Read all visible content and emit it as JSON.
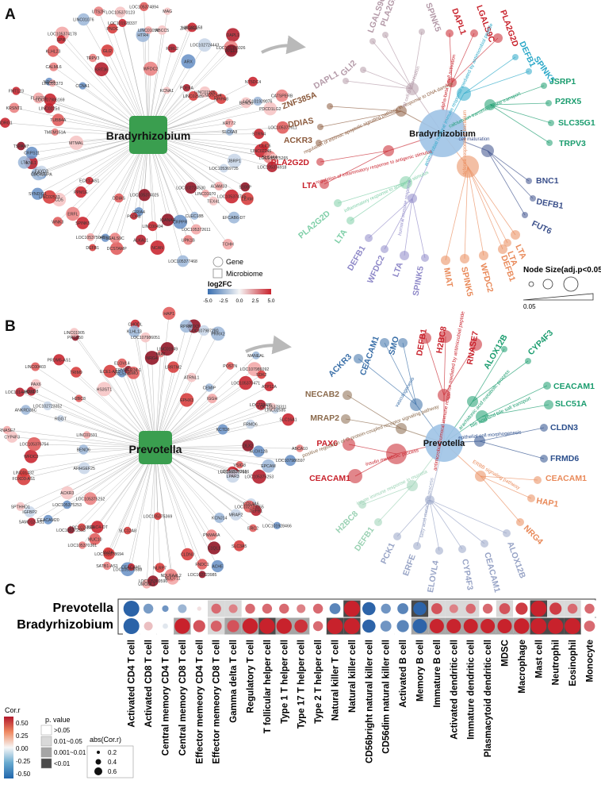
{
  "panels": {
    "a": {
      "letter": "A"
    },
    "b": {
      "letter": "B"
    },
    "c": {
      "letter": "C"
    }
  },
  "network_a": {
    "hub": "Bradyrhizobium",
    "labels": [
      "CLIC6",
      "LINC02245",
      "SLC4A4",
      "LOC105375265",
      "LOC105374918",
      "JBRP1",
      "LOC105369735",
      "S100P",
      "ADAM33",
      "LEXM",
      "LOC105374745",
      "TEX41",
      "EFCAB6-DT",
      "LINC01970",
      "LOC102724530",
      "TCHH",
      "LOC105372611",
      "CLEC18B",
      "CRPPR",
      "LOC105377468",
      "UPK1B",
      "IQANAR",
      "LINC00494",
      "NCAN",
      "ALKAL1",
      "GRIA4",
      "LOC105374025",
      "DCSTAMP",
      "PCDH8",
      "HTR2",
      "LGALS9C",
      "DDIAS",
      "DEFB1",
      "LOC105375046",
      "SPINK5",
      "ERFL",
      "WNK3",
      "ECE1-AS1",
      "PPM1E",
      "CD5",
      "LINC02533",
      "SYNDIG1",
      "CDC42BPA",
      "TARS1",
      "KNL1",
      "FXYD3",
      "LTA",
      "CRPS11",
      "MTMAL",
      "TSPAN7",
      "TMEM151A",
      "NDRG1",
      "TUBB4A",
      "LINC02254",
      "KRSNT1",
      "FMT123",
      "FLJ3778",
      "LOC107986169",
      "NRG4",
      "LINC02373",
      "CCNA1",
      "CALML6",
      "KLHL23",
      "LOC105374178",
      "SPIB",
      "KRT36",
      "TRPV3",
      "LINC01076",
      "GLI2",
      "UTS2R",
      "PNOC",
      "LOC105370123",
      "LOC101928337",
      "HTR4",
      "LINC01056",
      "LOC105374894",
      "WFDC2",
      "MAG",
      "ABCC5",
      "F2RL2",
      "ZNF385A",
      "KCNA1",
      "LINC02058",
      "LOC102724443",
      "ARX",
      "DAPL1",
      "PDE6A",
      "LOC105305026",
      "PPEF1",
      "LINC02589",
      "LINC01526",
      "NT5DC4",
      "NOTCH4",
      "NPIPA8",
      "BEND6",
      "CATSPERB",
      "LOC101929076",
      "PDCD1LG2",
      "KRT72",
      "LOC105372611",
      "SLC6A8",
      "STRN4"
    ],
    "legend": {
      "gene": "Gene",
      "microbiome": "Microbiome",
      "title": "log2FC",
      "ticks": [
        "-5.0",
        "-2.5",
        "0.0",
        "2.5",
        "5.0"
      ]
    }
  },
  "enrich_a": {
    "hub": "Bradyrhizobium",
    "terms": [
      "regulation of intrinsic apoptotic signaling pathway in response to DNA damage",
      "regulation of inflammatory response to antigenic stimulus",
      "inflammatory response to antigenic stimulus",
      "humoral immune response",
      "cell maturation",
      "calcium ion transmembrane transport",
      "antimicrobial humoral immune response mediated by antimicrobial peptide",
      "alpha-beta T cell activation",
      "fat cell differentiation",
      "defense response to bacterium"
    ],
    "genes": [
      "LGALS9C",
      "PLA2G2D",
      "SPINK5",
      "DAPL1",
      "LGALS9C",
      "PLA2G2D",
      "GLI2",
      "DAPL1",
      "DEFB1",
      "SPINK5",
      "ZNF385A",
      "JSRP1",
      "P2RX5",
      "DDIAS",
      "SLC35G1",
      "ACKR3",
      "TRPV3",
      "PLA2G2D",
      "LTA",
      "BNC1",
      "DEFB1",
      "FUT6",
      "PLA2G2D",
      "LTA",
      "DEFB1",
      "WFDC2",
      "LTA",
      "SPINK5",
      "LTA",
      "DEFB1",
      "WFDC2",
      "SPINK5",
      "MIAT",
      "LTA"
    ],
    "size_legend": {
      "title": "Node Size(adj.p<0.05)",
      "tick": "0.05"
    }
  },
  "network_b": {
    "hub": "Prevotella",
    "labels": [
      "LOC107986597",
      "VSIG8",
      "EPCAM",
      "LOC105372666",
      "LOC105375253",
      "LOC105373751",
      "LPAR3",
      "COL4A6",
      "DEFB1",
      "LOC102723355",
      "LOC101928466",
      "MRAP2",
      "ERC2",
      "SLC3A5",
      "KCNJ14",
      "C1QL1",
      "PNMA6A",
      "ACHE",
      "FNDC1",
      "CLDN3",
      "LOC102723985",
      "NUDT11",
      "NDUFA4L2",
      "LOC105375369",
      "NLRP7",
      "UMODL1",
      "LOC105369590",
      "LOC105376588",
      "CEACAM1",
      "SLC12A8",
      "SATB1-AS1",
      "LOC105378694",
      "SV2A",
      "MUC10",
      "KCNC4-OT",
      "LOC105370361",
      "LOC1076285",
      "LOC105372593",
      "LOC105375252",
      "LOC105375253",
      "SAMD12-AS1",
      "CEACAM20",
      "IGFBP2",
      "ACKR3",
      "SPTHHD1",
      "FOXD3-AS1",
      "ARHGEF25",
      "LINC01432",
      "WFDC3",
      "BEND6",
      "LOC105376754",
      "RNASE7",
      "CYP4F3",
      "LINC01591",
      "ANKRD36C",
      "RGGT",
      "LOC101448202",
      "LOC102723352",
      "HOXD8",
      "LINC00403",
      "PAX6",
      "H2BC8",
      "PRDM5-AS1",
      "TRIM9",
      "HS3ST1",
      "PRSS50",
      "LINC01905",
      "ECE1-AS1",
      "SLC51A",
      "ELOVL4",
      "ERVMER34-1",
      "SMO",
      "CHODL",
      "KLHL13",
      "LOC107986051",
      "NRG4",
      "MIAT",
      "HAP1",
      "LINC01949",
      "PTX3",
      "LRRTM2",
      "RPRM",
      "PRRX2",
      "LOC107987280",
      "ATRNL1",
      "EPHX3",
      "POSTN",
      "CEMIP",
      "IGGH",
      "MANEAL",
      "LOC105370471",
      "LOC107986092",
      "SDK2",
      "ATP12A",
      "LOC728485",
      "LINC02585",
      "LOC105378311",
      "KCTD8",
      "FRMD6",
      "SLC16A1",
      "DLX2",
      "ALOX12B",
      "ABCA10"
    ]
  },
  "enrich_b": {
    "hub": "Prevotella",
    "terms": [
      "vasculogenesis",
      "positive regulation of G protein-coupled receptor signaling pathway",
      "insulin metabolic process",
      "innate immune response in mucosa",
      "fatty acid metabolic process",
      "ERBB signaling pathway",
      "epithelial cell morphogenesis",
      "bile acid and bile salt transport",
      "arachidonic acid metabolic process",
      "antimicrobial humoral immune response mediated by antimicrobial peptide"
    ],
    "genes": [
      "CEACAM1",
      "SMO",
      "DEFB1",
      "H2BC8",
      "RNASE7",
      "ALOX12B",
      "ACKR3",
      "CYP4F3",
      "CEACAM1",
      "NECAB2",
      "SLC51A",
      "MRAP2",
      "CLDN3",
      "PAX6",
      "FRMD6",
      "CEACAM1",
      "CEACAM1",
      "HAP1",
      "H2BC8",
      "NRG4",
      "DEFB1",
      "PCK1",
      "ERFE",
      "ELOVL4",
      "CYP4F3",
      "CEACAM1",
      "ALOX12B"
    ]
  },
  "heatmap_c": {
    "rows": [
      "Prevotella",
      "Bradyrhizobium"
    ],
    "columns": [
      "Activated CD4 T cell",
      "Activated CD8 T cell",
      "Central memory CD4 T cell",
      "Central memory CD8 T cell",
      "Effector memeory CD4 T cell",
      "Effector memeory CD8 T cell",
      "Gamma delta T cell",
      "Regulatory T cell",
      "T follicular helper cell",
      "Type 1 T helper cell",
      "Type 17 T helper cell",
      "Type 2 T helper cell",
      "Natural killer T cell",
      "Natural killer cell",
      "CD56bright natural killer cell",
      "CD56dim natural killer cell",
      "Activated B cell",
      "Memory B cell",
      "Immature  B cell",
      "Activated dendritic cell",
      "Immature dendritic cell",
      "Plasmacytoid dendritic cell",
      "MDSC",
      "Macrophage",
      "Mast cell",
      "Neutrophil",
      "Eosinophil",
      "Monocyte"
    ],
    "cor_r": [
      [
        -0.5,
        -0.28,
        -0.3,
        -0.2,
        0.05,
        0.3,
        0.25,
        0.3,
        0.3,
        0.3,
        0.25,
        0.3,
        -0.35,
        0.55,
        -0.45,
        -0.3,
        -0.35,
        -0.45,
        0.35,
        0.25,
        0.3,
        0.3,
        0.35,
        0.4,
        0.55,
        0.4,
        0.3,
        0.3
      ],
      [
        -0.5,
        0.12,
        -0.05,
        0.5,
        0.35,
        0.32,
        0.35,
        0.5,
        0.5,
        0.5,
        0.42,
        0.3,
        0.55,
        0.52,
        -0.45,
        -0.3,
        -0.35,
        -0.45,
        0.45,
        0.45,
        0.45,
        0.45,
        0.48,
        0.5,
        0.55,
        0.52,
        0.55,
        0.3
      ]
    ],
    "abs_cor_r": [
      [
        0.6,
        0.3,
        0.15,
        0.25,
        0.05,
        0.3,
        0.25,
        0.3,
        0.3,
        0.3,
        0.25,
        0.3,
        0.35,
        0.6,
        0.45,
        0.3,
        0.35,
        0.45,
        0.35,
        0.25,
        0.3,
        0.3,
        0.35,
        0.4,
        0.6,
        0.4,
        0.3,
        0.3
      ],
      [
        0.6,
        0.25,
        0.1,
        0.55,
        0.4,
        0.35,
        0.4,
        0.55,
        0.55,
        0.55,
        0.45,
        0.3,
        0.6,
        0.6,
        0.45,
        0.35,
        0.4,
        0.5,
        0.5,
        0.5,
        0.5,
        0.5,
        0.5,
        0.55,
        0.6,
        0.55,
        0.6,
        0.35
      ]
    ],
    "p_value_class": [
      [
        0,
        0,
        0,
        0,
        0,
        1,
        1,
        0,
        0,
        0,
        0,
        0,
        0,
        3,
        0,
        0,
        0,
        3,
        1,
        1,
        1,
        0,
        1,
        0,
        3,
        1,
        1,
        0
      ],
      [
        0,
        0,
        0,
        2,
        0,
        1,
        2,
        2,
        3,
        2,
        2,
        0,
        3,
        3,
        0,
        0,
        0,
        2,
        2,
        2,
        2,
        2,
        2,
        2,
        3,
        3,
        3,
        0
      ]
    ],
    "colorbar": {
      "title": "Cor.r",
      "ticks": [
        "0.50",
        "0.25",
        "0.00",
        "-0.25",
        "-0.50"
      ]
    },
    "p_legend": {
      "title": "p. value",
      "items": [
        ">0.05",
        "0.01~0.05",
        "0.001~0.01",
        "<0.01"
      ]
    },
    "size_legend": {
      "title": "abs(Cor.r)",
      "items": [
        "0.2",
        "0.4",
        "0.6"
      ]
    }
  },
  "colors": {
    "hub": "#3a9e4f",
    "up": "#c8222c",
    "down": "#3a6fb0",
    "neutral": "#f5f5f5",
    "grey_bg": "#bdbdbd"
  }
}
